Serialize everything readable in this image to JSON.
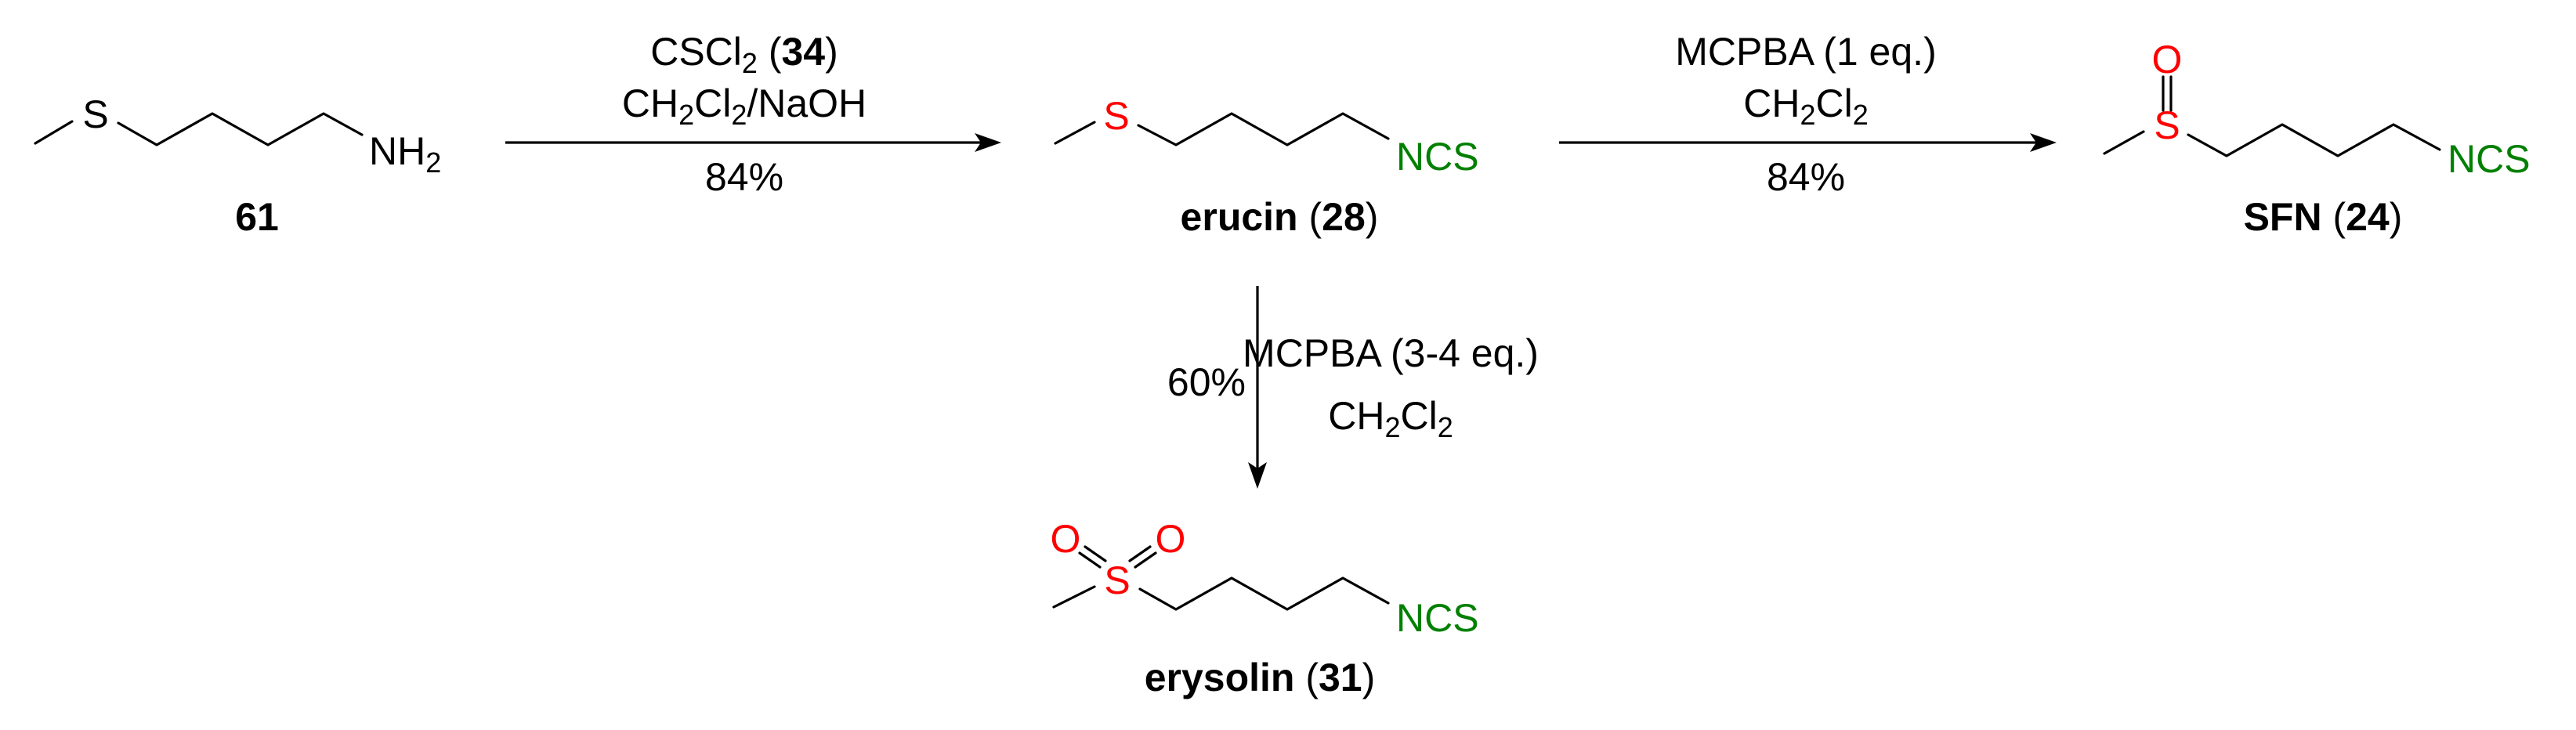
{
  "colors": {
    "sulfur": "#ff0000",
    "oxygen": "#ff0000",
    "ncs": "#008000",
    "bond": "#000000"
  },
  "atoms": {
    "S": "S",
    "O": "O",
    "NH": "NH",
    "H2_sub": "2",
    "NCS": "NCS"
  },
  "compounds": {
    "c61": {
      "id": "61"
    },
    "erucin": {
      "name": "erucin",
      "open": " (",
      "id": "28",
      "close": ")"
    },
    "sfn": {
      "name": "SFN",
      "open": " (",
      "id": "24",
      "close": ")"
    },
    "erysolin": {
      "name": "erysolin",
      "open": " (",
      "id": "31",
      "close": ")"
    }
  },
  "reactions": {
    "r1": {
      "reagent_a": "CSCl",
      "reagent_a_sub": "2",
      "reagent_a_open": " (",
      "reagent_a_id": "34",
      "reagent_a_close": ")",
      "solvent_a": "CH",
      "solvent_a_sub1": "2",
      "solvent_b": "Cl",
      "solvent_b_sub2": "2",
      "solvent_tail": "/NaOH",
      "yield": "84%"
    },
    "r2": {
      "reagent": "MCPBA (1 eq.)",
      "solvent_a": "CH",
      "solvent_sub1": "2",
      "solvent_b": "Cl",
      "solvent_sub2": "2",
      "yield": "84%"
    },
    "r3": {
      "reagent": "MCPBA (3-4 eq.)",
      "solvent_a": "CH",
      "solvent_sub1": "2",
      "solvent_b": "Cl",
      "solvent_sub2": "2",
      "yield": "60%"
    }
  }
}
